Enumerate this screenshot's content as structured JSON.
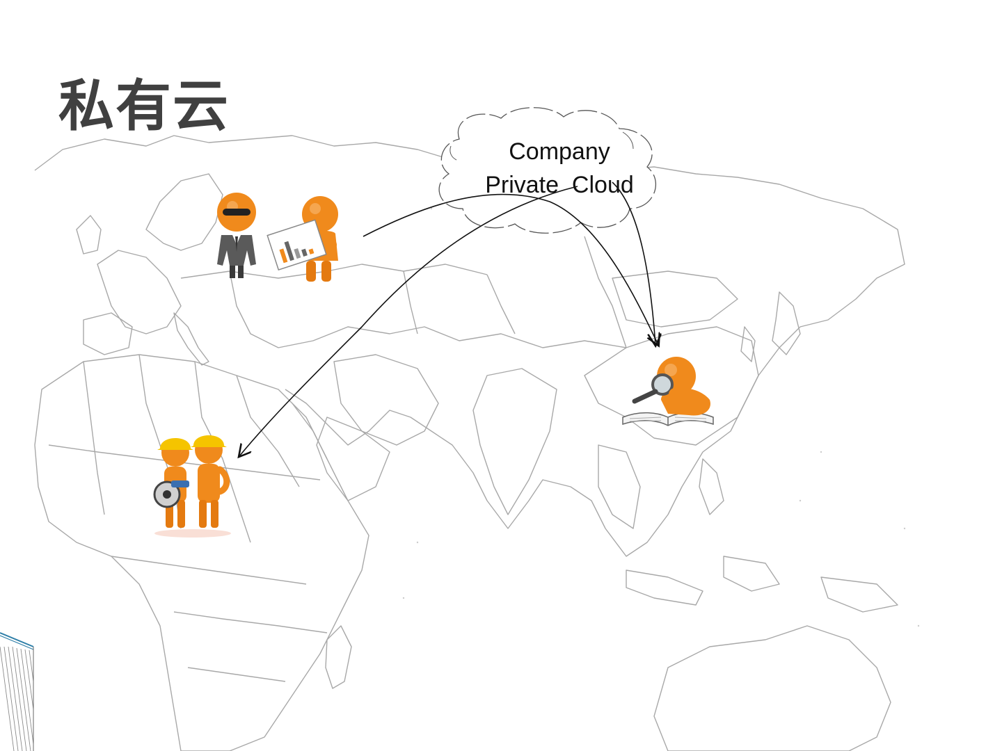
{
  "slide": {
    "title": "私有云",
    "cloud": {
      "line1": "Company",
      "line2": "Private  Cloud"
    }
  },
  "colors": {
    "figure_orange": "#f08a1c",
    "title_gray": "#404040",
    "map_line": "#9a9a9a",
    "hardhat_yellow": "#f5c400"
  },
  "icons": [
    "manager-and-presenter-figures",
    "reader-with-magnifier-figure",
    "construction-workers-figures",
    "thought-cloud"
  ]
}
